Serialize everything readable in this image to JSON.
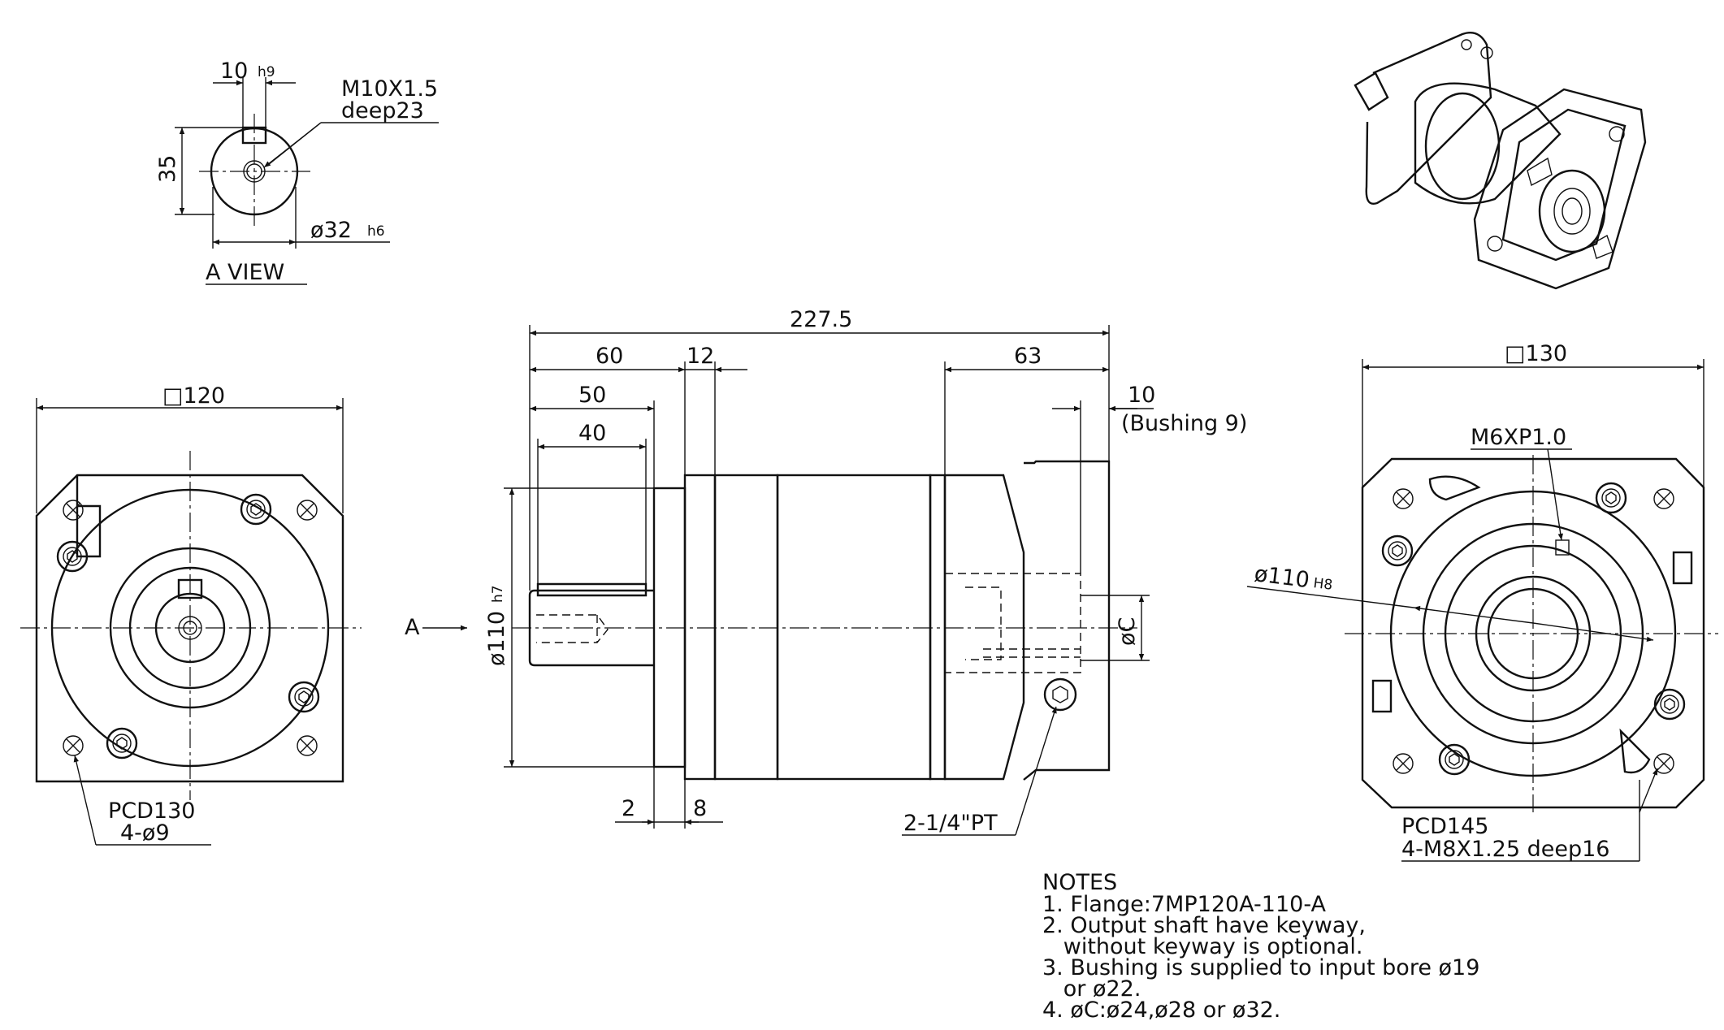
{
  "a_view": {
    "key_width": "10",
    "key_width_tol": "h9",
    "thread": "M10X1.5",
    "thread_depth": "deep23",
    "key_height": "35",
    "shaft_dia": "ø32",
    "shaft_dia_tol": "h6",
    "title": "A VIEW"
  },
  "output_face": {
    "size": "□120",
    "pcd": "PCD130",
    "holes": "4-ø9"
  },
  "side_view": {
    "overall_length": "227.5",
    "dim_60": "60",
    "dim_12": "12",
    "dim_50": "50",
    "dim_40": "40",
    "dim_63": "63",
    "dim_10": "10",
    "bushing": "(Bushing 9)",
    "pilot_dia": "ø110",
    "pilot_tol": "h7",
    "dim_2": "2",
    "dim_8": "8",
    "bore": "øC",
    "plug": "2-1/4\"PT",
    "view_arrow": "A"
  },
  "input_face": {
    "size": "□130",
    "tap": "M6XP1.0",
    "pilot_dia": "ø110",
    "pilot_tol": "H8",
    "pcd": "PCD145",
    "holes": "4-M8X1.25 deep16"
  },
  "notes": {
    "title": "NOTES",
    "lines": [
      "1. Flange:7MP120A-110-A",
      "2. Output shaft have keyway,",
      "   without keyway is optional.",
      "3. Bushing is supplied to input bore ø19",
      "   or ø22.",
      "4. øC:ø24,ø28 or ø32."
    ]
  }
}
